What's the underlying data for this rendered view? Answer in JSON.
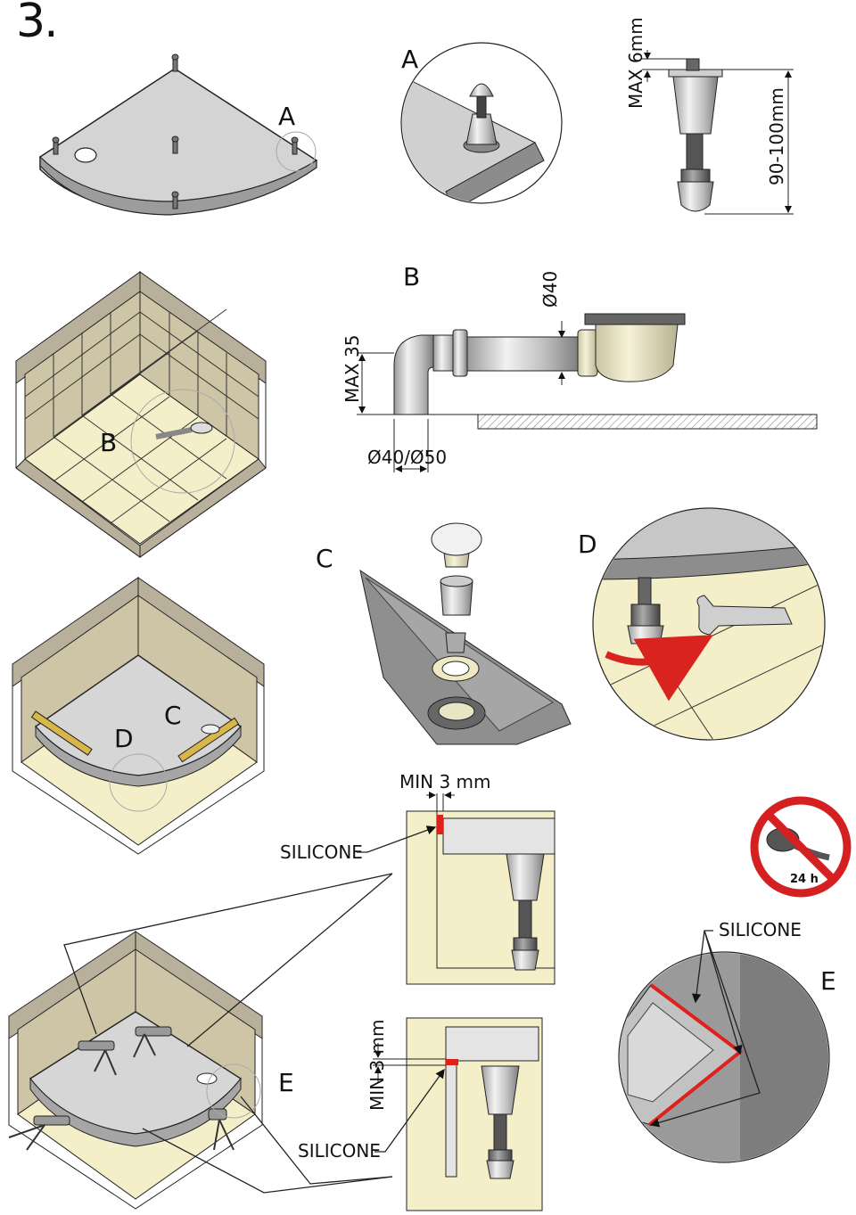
{
  "step_number": "3.",
  "callouts": {
    "a_overview": "A",
    "a_detail": "A",
    "b_overview": "B",
    "b_detail": "B",
    "c_overview": "C",
    "c_detail": "C",
    "d_overview": "D",
    "d_detail": "D",
    "e_overview": "E",
    "e_detail": "E"
  },
  "dimensions": {
    "max_6mm": "MAX 6mm",
    "height_range": "90-100mm",
    "pipe_diameter": "Ø40",
    "max_35": "MAX 35",
    "outlet_diameter": "Ø40/Ø50",
    "min_3mm_top": "MIN 3 mm",
    "min_3mm_side": "MIN 3 mm"
  },
  "labels": {
    "silicone_1": "SILICONE",
    "silicone_2": "SILICONE",
    "silicone_3": "SILICONE"
  },
  "no_shower_sign": {
    "time_text": "24 h",
    "icon": "no-shower-icon"
  },
  "colors": {
    "tile_floor": "#f4efc9",
    "tile_wall": "#cbc3a4",
    "tray": "#d3d3d3",
    "silicone": "#e0201c",
    "arrow": "#d8231f",
    "sign_red": "#d42020"
  }
}
